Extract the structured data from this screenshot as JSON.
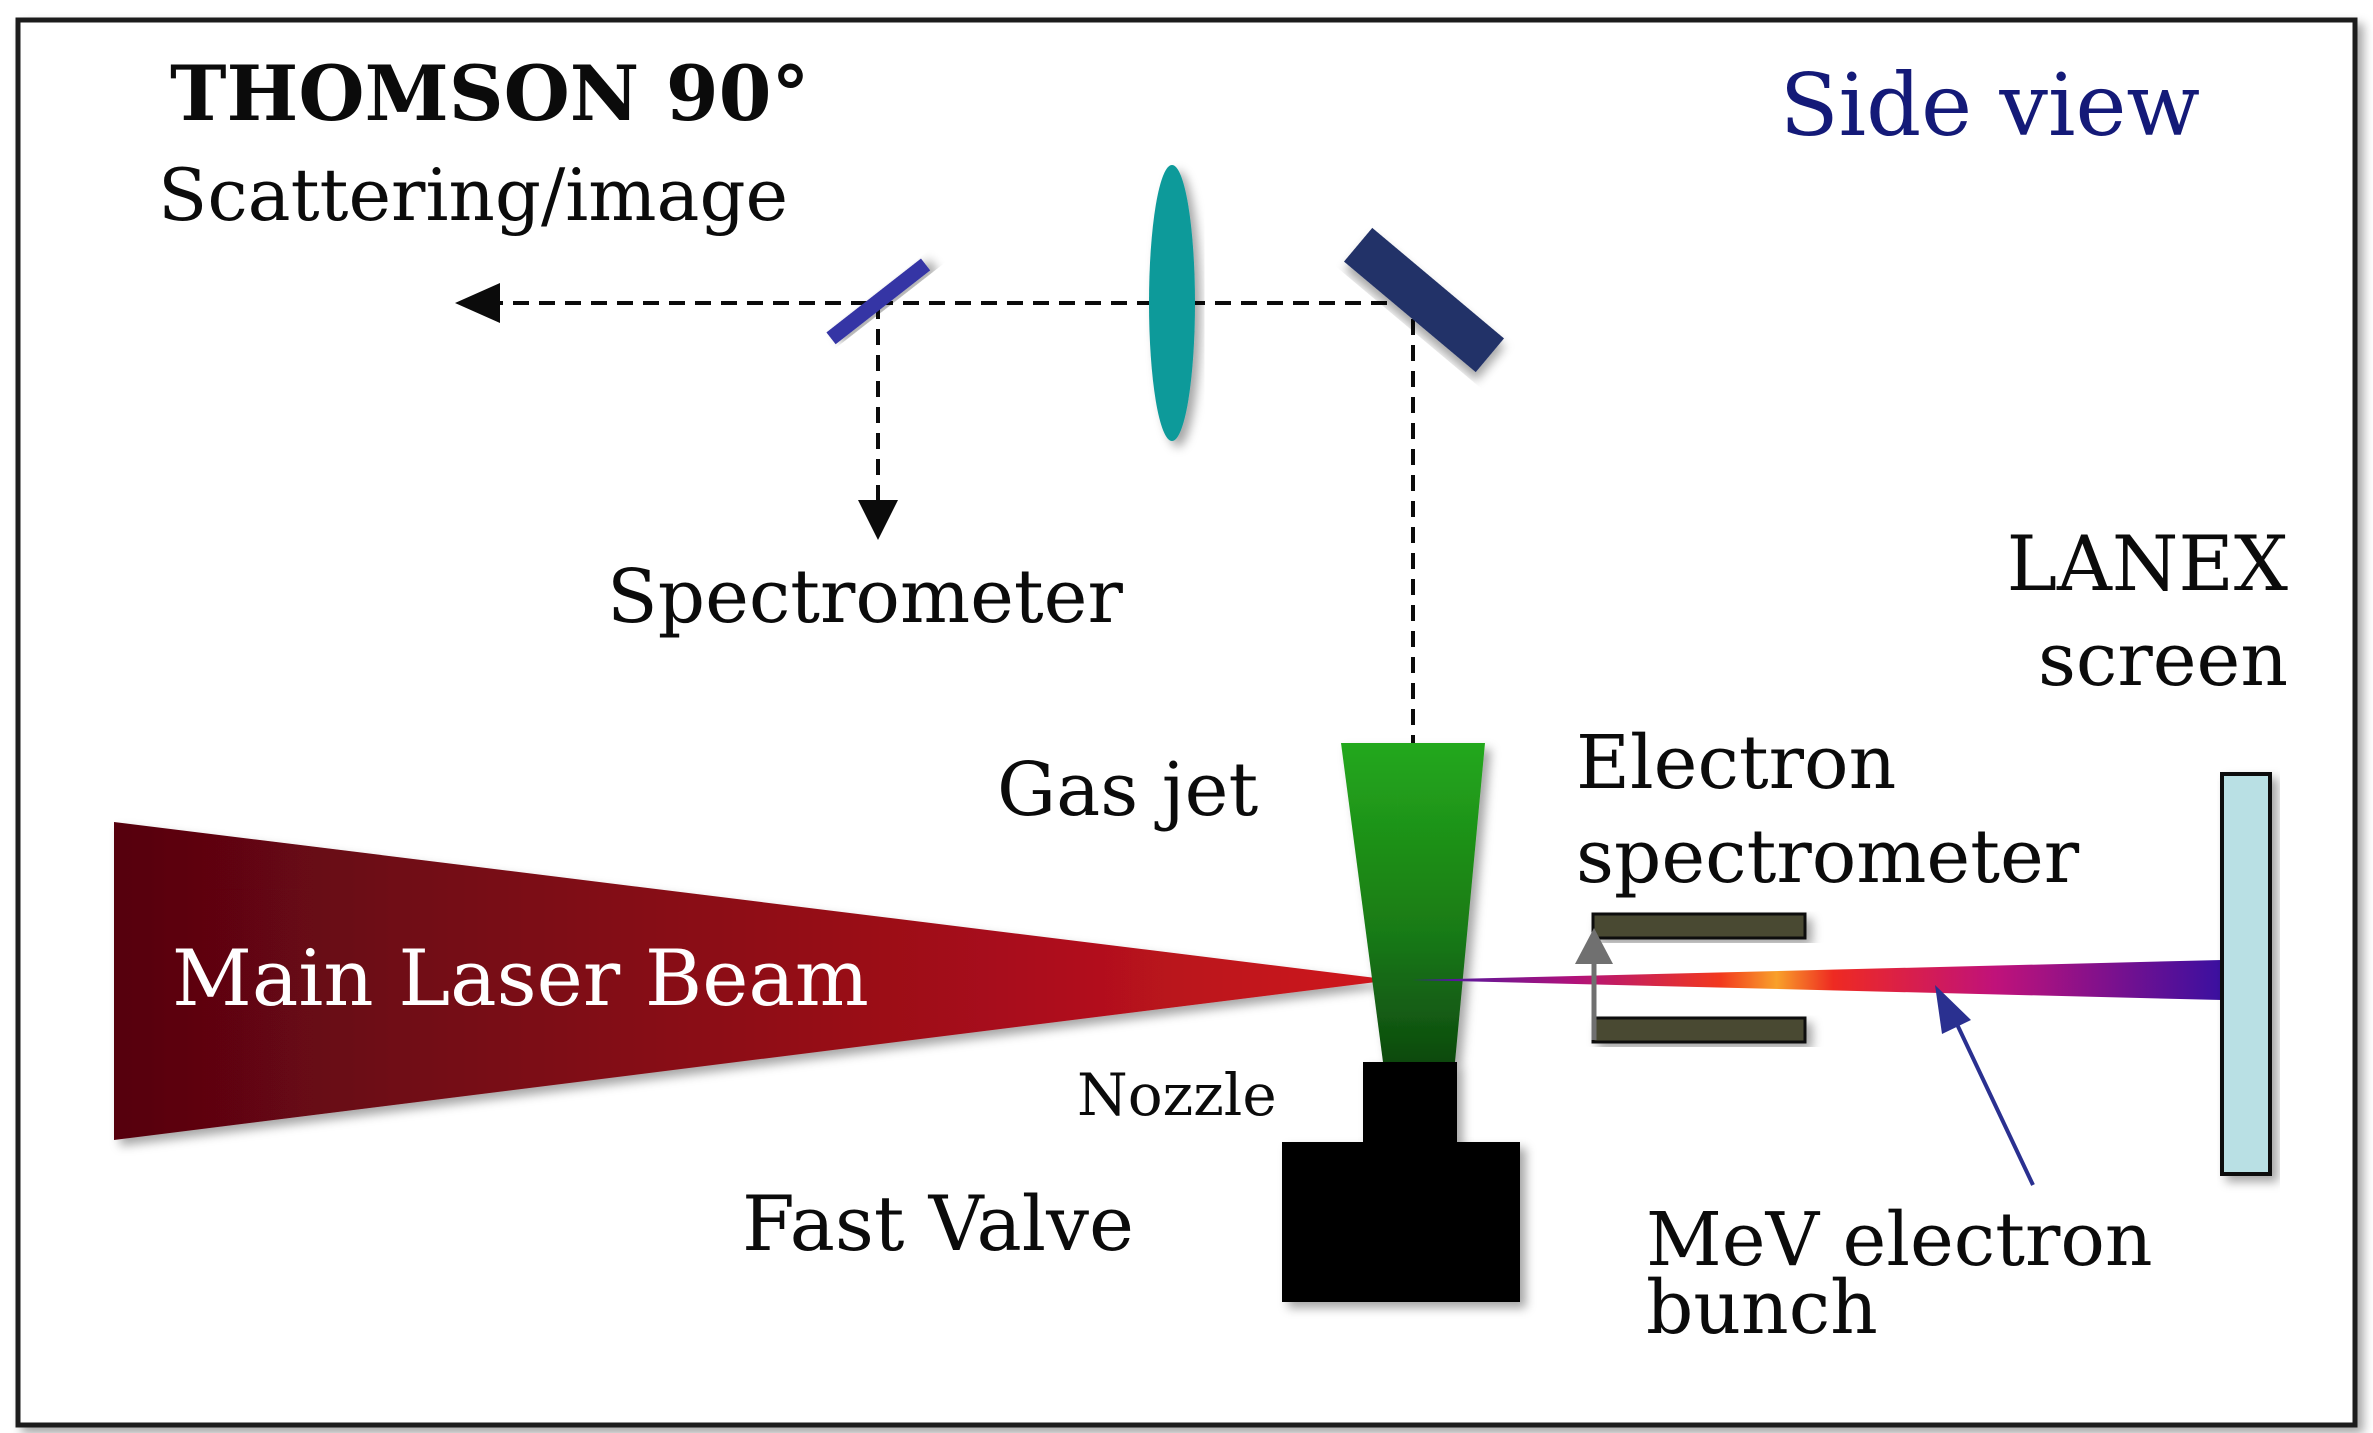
{
  "title": "Side view",
  "labels": {
    "thomson_line1": "THOMSON 90°",
    "thomson_line2": "Scattering/image",
    "spectrometer": "Spectrometer",
    "gas_jet": "Gas jet",
    "main_laser_beam": "Main Laser Beam",
    "nozzle": "Nozzle",
    "fast_valve": "Fast Valve",
    "electron_spectrometer_line1": "Electron",
    "electron_spectrometer_line2": "spectrometer",
    "lanex_line1": "LANEX",
    "lanex_line2": "screen",
    "mev_line1": "MeV electron",
    "mev_line2": "bunch"
  },
  "colors": {
    "frame": "#1a1a1a",
    "title": "#141a78",
    "laser_dark": "#5a0610",
    "laser_bright": "#c8141e",
    "gas_jet_top": "#22a51a",
    "gas_jet_bottom": "#0f4d10",
    "beam_splitter": "#3535a5",
    "lens": "#0f9a9a",
    "mirror": "#243068",
    "magnet_plate": "#4a4a33",
    "lanex_screen": "#b9e0e4",
    "pointer_arrow": "#2a3090",
    "deflection_arrow": "#707070",
    "nozzle_valve": "#000000"
  }
}
